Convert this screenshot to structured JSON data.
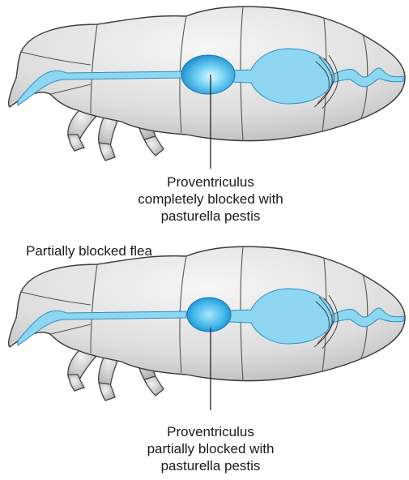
{
  "diagrams": [
    {
      "heading": "",
      "caption_lines": [
        "Proventriculus",
        "completely blocked with",
        "pasturella pestis"
      ],
      "blockage": "complete"
    },
    {
      "heading": "Partially blocked flea",
      "caption_lines": [
        "Proventriculus",
        "partially blocked with",
        "pasturella pestis"
      ],
      "blockage": "partial"
    }
  ],
  "colors": {
    "body_fill": "#dcdcdc",
    "body_highlight": "#f4f4f4",
    "outline": "#3a3a3a",
    "gut": "#8fd6f2",
    "gut_outline": "#2b8fc0",
    "proventriculus_center": "#bff0ff",
    "proventriculus_edge": "#1795d6"
  }
}
